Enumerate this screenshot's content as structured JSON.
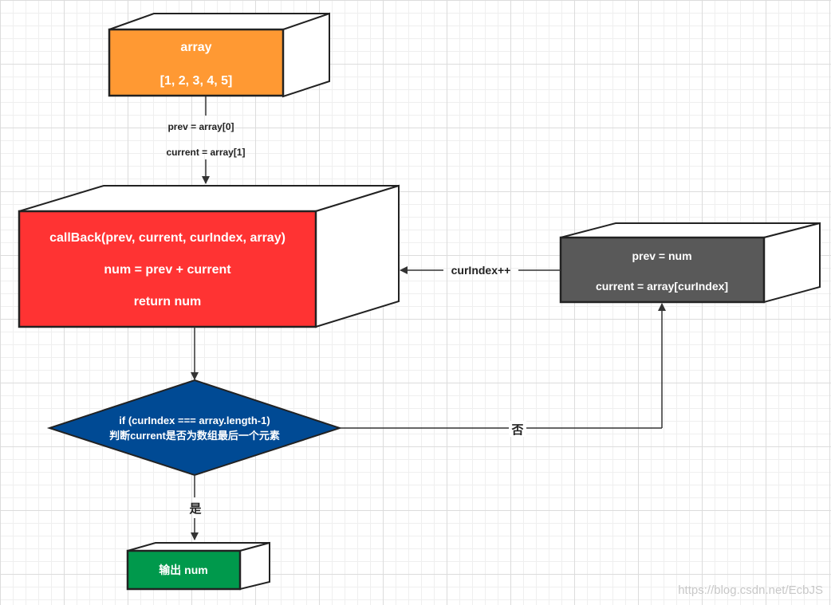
{
  "array_box": {
    "title": "array",
    "value": "[1, 2, 3, 4, 5]"
  },
  "init_labels": {
    "prev": "prev = array[0]",
    "current": "current = array[1]"
  },
  "callback_box": {
    "line1": "callBack(prev, current, curIndex, array)",
    "line2": "num = prev + current",
    "line3": "return num"
  },
  "update_box": {
    "line1": "prev = num",
    "line2": "current = array[curIndex]"
  },
  "increment_label": "curIndex++",
  "condition": {
    "line1": "if (curIndex === array.length-1)",
    "line2": "判断current是否为数组最后一个元素"
  },
  "no_label": "否",
  "yes_label": "是",
  "output_box": {
    "label": "输出 num"
  },
  "watermark": "https://blog.csdn.net/EcbJS",
  "colors": {
    "array": "#ff9933",
    "callback": "#ff3333",
    "update": "#595959",
    "condition": "#004a94",
    "output": "#00994c"
  }
}
